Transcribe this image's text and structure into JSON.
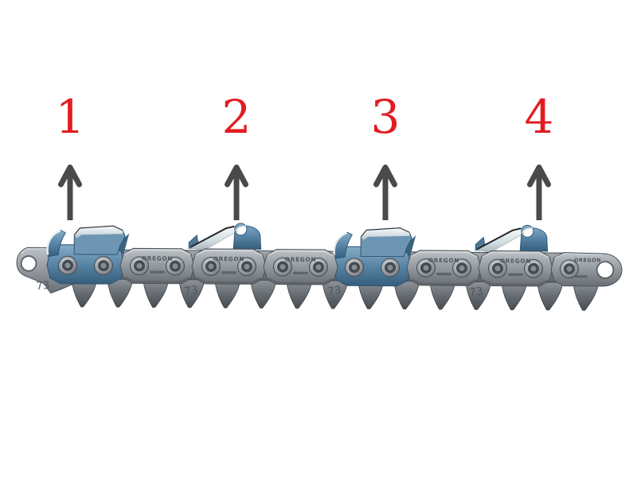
{
  "figure": {
    "description": "Chainsaw saw chain with four numbered cutter links indicated by upward arrows",
    "background": "#ffffff"
  },
  "callouts": {
    "number_color": "#e11d21",
    "arrow_color": "#4a4a4c",
    "items": [
      {
        "number": "1"
      },
      {
        "number": "2"
      },
      {
        "number": "3"
      },
      {
        "number": "4"
      }
    ]
  },
  "chain": {
    "brand_stamp": "OREGON",
    "gauge_stamp": "73",
    "colors": {
      "steel_gray": "#8e9499",
      "steel_dark": "#5a6065",
      "cutter_blue": "#5e8aab",
      "chrome": "#e8f0f3",
      "edge_dark": "#4b5155"
    }
  }
}
